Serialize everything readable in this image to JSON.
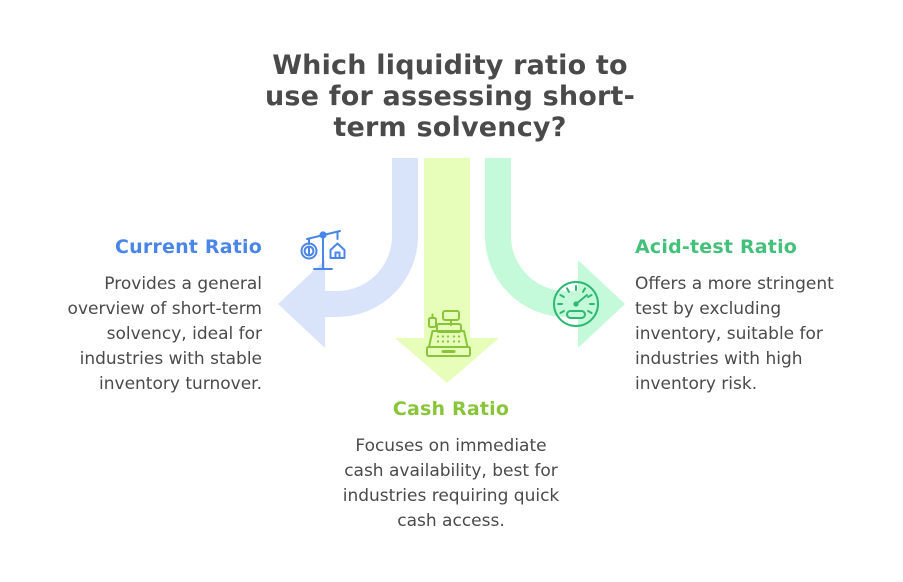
{
  "page": {
    "background_color": "#ffffff",
    "title": "Which liquidity ratio to\nuse for assessing short-\nterm solvency?",
    "title_color": "#4a4a4a",
    "body_text_color": "#4a4a4a"
  },
  "branches": {
    "left": {
      "heading": "Current Ratio",
      "heading_color": "#4a86e8",
      "body": "Provides a general\noverview of short-term\nsolvency, ideal for\nindustries with stable\ninventory turnover.",
      "arrow_color": "#d9e4fb",
      "arrow_direction": "curve-left",
      "icon_name": "balance-scale-icon",
      "icon_color": "#4a86e8"
    },
    "center": {
      "heading": "Cash Ratio",
      "heading_color": "#89c53a",
      "body": "Focuses on immediate\ncash availability, best for\nindustries requiring quick\ncash access.",
      "arrow_color": "#e7feba",
      "arrow_direction": "down",
      "icon_name": "cash-register-icon",
      "icon_color": "#89c53a"
    },
    "right": {
      "heading": "Acid-test Ratio",
      "heading_color": "#44c07a",
      "body": "Offers a more stringent\ntest by excluding\ninventory, suitable for\nindustries with high\ninventory risk.",
      "arrow_color": "#c4fada",
      "arrow_direction": "curve-right",
      "icon_name": "speedometer-gauge-icon",
      "icon_color": "#2eb872"
    }
  }
}
